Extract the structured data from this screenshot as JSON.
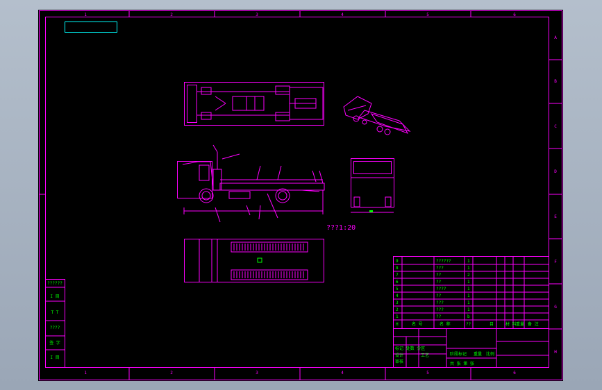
{
  "frame": {
    "top_zones": [
      "1",
      "2",
      "3",
      "4",
      "5",
      "6"
    ],
    "bottom_zones": [
      "1",
      "2",
      "3",
      "4",
      "5",
      "6"
    ],
    "side_zones": [
      "A",
      "B",
      "C",
      "D",
      "E",
      "F",
      "G",
      "H"
    ]
  },
  "scale_note": "???1:20",
  "left_block": [
    "??????",
    "I  目",
    "T  T",
    "????",
    "签  字",
    "I  目"
  ],
  "bom": {
    "rows": [
      {
        "no": "9",
        "name": "??????",
        "qty": "1"
      },
      {
        "no": "8",
        "name": "???",
        "qty": "1"
      },
      {
        "no": "7",
        "name": "??",
        "qty": "2"
      },
      {
        "no": "6",
        "name": "??",
        "qty": "1"
      },
      {
        "no": "5",
        "name": "????",
        "qty": "1"
      },
      {
        "no": "4",
        "name": "??",
        "qty": "1"
      },
      {
        "no": "3",
        "name": "???",
        "qty": "1"
      },
      {
        "no": "2",
        "name": "???",
        "qty": "1"
      },
      {
        "no": "1",
        "name": "??",
        "qty": "b"
      }
    ],
    "header": [
      "H",
      "名  号",
      "名  称",
      "??",
      "目",
      "材  料",
      "重量",
      "备  注"
    ]
  },
  "title_block": {
    "rows": [
      "标记  处数  分区",
      "设计",
      "审核",
      "工艺"
    ],
    "center": "阶段标记",
    "cols": [
      "重量",
      "比例"
    ],
    "sheet": "共    张  第    张"
  },
  "colors": {
    "line": "#ff00ff",
    "text": "#00ff00",
    "cyan": "#00ffff",
    "paper": "#000000"
  }
}
